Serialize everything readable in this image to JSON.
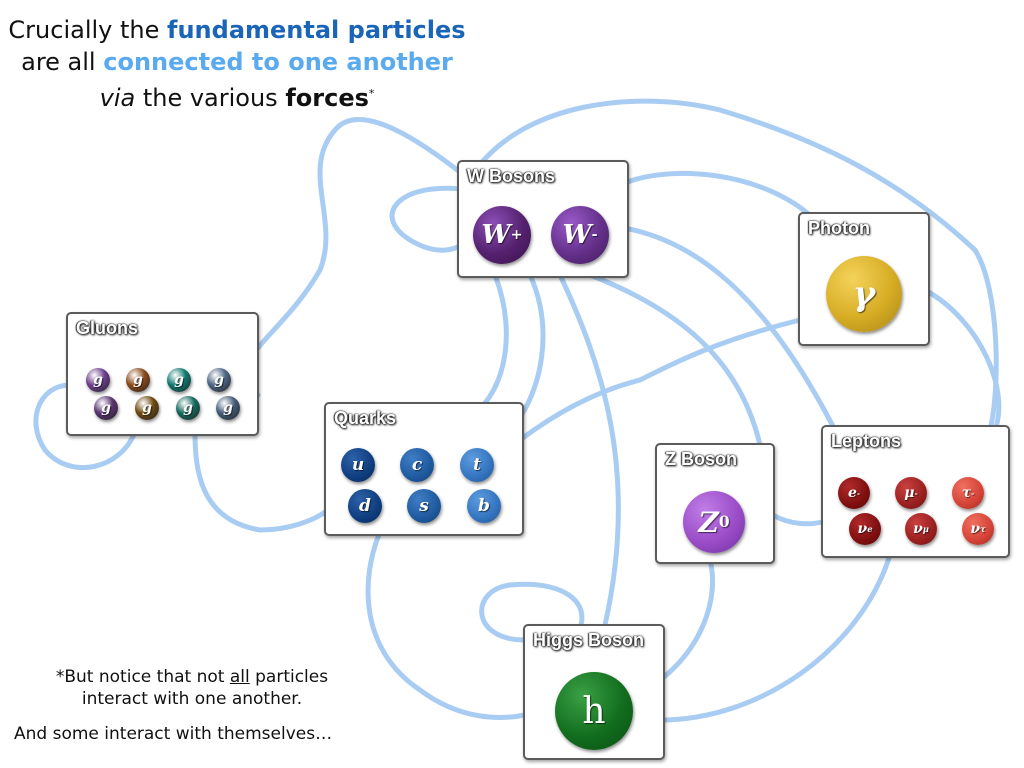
{
  "title": {
    "line1_pre": "Crucially the",
    "line1_hl": "fundamental particles",
    "line2_pre": "are all",
    "line2_hl": "connected to one another",
    "line3_via": "via",
    "line3_mid": "the various",
    "line3_forces": "forces",
    "line3_star": "*"
  },
  "groups": {
    "w": {
      "label": "W Bosons",
      "particles": [
        {
          "symbol": "W",
          "sup": "+"
        },
        {
          "symbol": "W",
          "sup": "-"
        }
      ]
    },
    "photon": {
      "label": "Photon",
      "symbol": "γ"
    },
    "gluons": {
      "label": "Gluons",
      "symbol": "g",
      "colors": [
        "#6e3f8e",
        "#8a4a1a",
        "#0f7a70",
        "#4d6585",
        "#5a3470",
        "#6e4a10",
        "#156a5d",
        "#455c78"
      ]
    },
    "quarks": {
      "label": "Quarks",
      "symbols": [
        "u",
        "c",
        "t",
        "d",
        "s",
        "b"
      ]
    },
    "z": {
      "label": "Z Boson",
      "symbol": "Z",
      "sup": "0"
    },
    "leptons": {
      "label": "Leptons",
      "charged": [
        {
          "symbol": "e",
          "sup": "-"
        },
        {
          "symbol": "μ",
          "sup": "-"
        },
        {
          "symbol": "τ",
          "sup": "-"
        }
      ],
      "neutrinos": [
        {
          "symbol": "ν",
          "sub": "e"
        },
        {
          "symbol": "ν",
          "sub": "μ"
        },
        {
          "symbol": "ν",
          "sub": "τ"
        }
      ]
    },
    "higgs": {
      "label": "Higgs Boson",
      "symbol": "h"
    }
  },
  "notes": {
    "line1_pre": "*But notice that not",
    "line1_u": "all",
    "line1_post": "particles",
    "line2": "interact with one another.",
    "line3": "And some interact with themselves…"
  },
  "colors": {
    "link": "#a9cdf2",
    "title_dark_blue": "#1b65b8",
    "title_light_blue": "#5aaaf0",
    "box_border": "#5b5b5b"
  }
}
